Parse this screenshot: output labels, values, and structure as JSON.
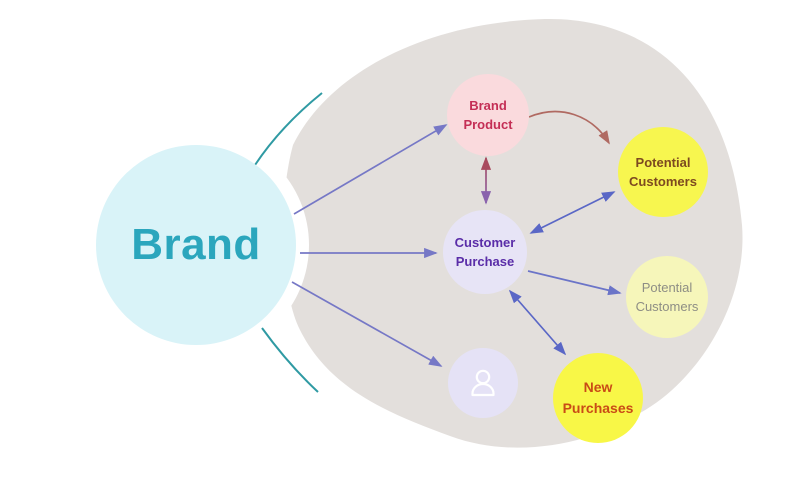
{
  "diagram": {
    "type": "marketing-flow",
    "nodes": {
      "brand": {
        "label": "Brand",
        "fill": "#d9f3f8",
        "text_color": "#2ba6bd"
      },
      "brand_product": {
        "label": "Brand Product",
        "fill": "#fadadd",
        "text_color": "#c42e55"
      },
      "potential_customers_top": {
        "label": "Potential Customers",
        "fill": "#f7f64f",
        "text_color": "#7d4a20"
      },
      "customer_purchase": {
        "label": "Customer Purchase",
        "fill": "#e7e4f6",
        "text_color": "#5a2da8"
      },
      "potential_customers_right": {
        "label": "Potential Customers",
        "fill": "#f6f6ba",
        "text_color": "#8e8e85"
      },
      "new_purchases": {
        "label": "New Purchases",
        "fill": "#f8f747",
        "text_color": "#c94b16"
      },
      "customer_avatar": {
        "icon": "person-icon",
        "fill": "#e5e2f6",
        "icon_color": "#ffffff"
      }
    },
    "edges": [
      {
        "from": "brand",
        "to": "brand_product",
        "direction": "one-way",
        "color": "#7678c6"
      },
      {
        "from": "brand",
        "to": "customer_purchase",
        "direction": "one-way",
        "color": "#7678c6"
      },
      {
        "from": "brand",
        "to": "customer_avatar",
        "direction": "one-way",
        "color": "#7678c6"
      },
      {
        "from": "brand_product",
        "to": "potential_customers_top",
        "direction": "one-way",
        "color": "#b06a62"
      },
      {
        "from": "brand_product",
        "to": "customer_purchase",
        "direction": "two-way",
        "color": "#a04a6e"
      },
      {
        "from": "customer_purchase",
        "to": "potential_customers_top",
        "direction": "two-way",
        "color": "#5a67c6"
      },
      {
        "from": "customer_purchase",
        "to": "potential_customers_right",
        "direction": "one-way",
        "color": "#6b74c8"
      },
      {
        "from": "customer_purchase",
        "to": "new_purchases",
        "direction": "two-way",
        "color": "#5a67c6"
      }
    ],
    "decor": {
      "audience_blob_fill": "#e3dfdc",
      "brand_ring_color": "#ffffff",
      "arc_color": "#2f9aa3",
      "page_background": "#ffffff"
    }
  }
}
